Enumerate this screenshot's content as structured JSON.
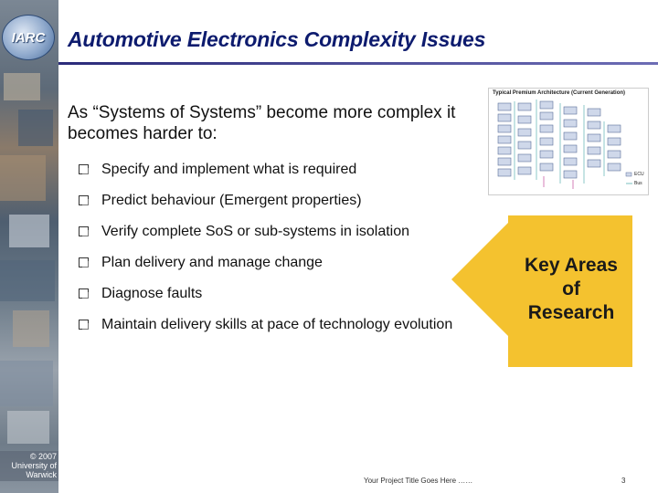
{
  "sidebar": {
    "logo_text": "IARC",
    "copyright_lines": [
      "© 2007",
      "University of",
      "Warwick"
    ]
  },
  "slide": {
    "title": "Automotive Electronics Complexity Issues",
    "intro": "As “Systems of Systems” become more complex it becomes harder to:",
    "bullets": [
      "Specify and implement what is required",
      "Predict behaviour (Emergent properties)",
      "Verify complete SoS or sub-systems in isolation",
      "Plan delivery and manage change",
      "Diagnose faults",
      "Maintain delivery skills at pace of technology evolution"
    ],
    "callout": {
      "text_lines": [
        "Key Areas",
        "of",
        "Research"
      ],
      "color": "#f4c22f"
    },
    "diagram": {
      "title": "Typical Premium Architecture (Current Generation)",
      "legend": [
        "ECU",
        "Bus"
      ]
    }
  },
  "footer": {
    "project_title": "Your Project Title Goes Here ……",
    "page_number": "3"
  },
  "colors": {
    "title": "#0d1b6e",
    "rule": "#2b2b7a",
    "callout": "#f4c22f"
  }
}
